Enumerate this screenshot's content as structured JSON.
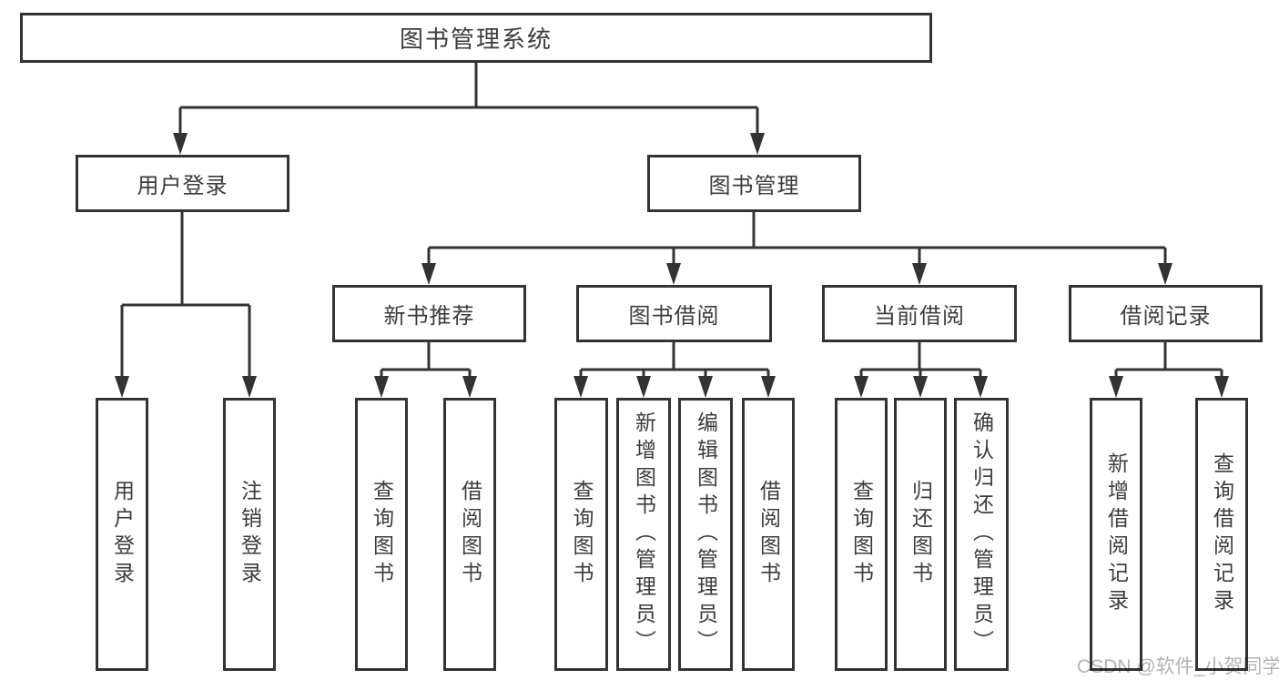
{
  "tree": {
    "label": "图书管理系统",
    "children": [
      {
        "label": "用户登录",
        "children": [
          {
            "label": "用户登录"
          },
          {
            "label": "注销登录"
          }
        ]
      },
      {
        "label": "图书管理",
        "children": [
          {
            "label": "新书推荐",
            "children": [
              {
                "label": "查询图书"
              },
              {
                "label": "借阅图书"
              }
            ]
          },
          {
            "label": "图书借阅",
            "children": [
              {
                "label": "查询图书"
              },
              {
                "label": "新增图书（管理员）"
              },
              {
                "label": "编辑图书（管理员）"
              },
              {
                "label": "借阅图书"
              }
            ]
          },
          {
            "label": "当前借阅",
            "children": [
              {
                "label": "查询图书"
              },
              {
                "label": "归还图书"
              },
              {
                "label": "确认归还（管理员）"
              }
            ]
          },
          {
            "label": "借阅记录",
            "children": [
              {
                "label": "新增借阅记录"
              },
              {
                "label": "查询借阅记录"
              }
            ]
          }
        ]
      }
    ]
  },
  "watermark": "CSDN @软件_小贺同学",
  "colors": {
    "line": "#333333",
    "text": "#3c3c3c",
    "watermark": "#b3b3b3",
    "background": "#ffffff"
  }
}
